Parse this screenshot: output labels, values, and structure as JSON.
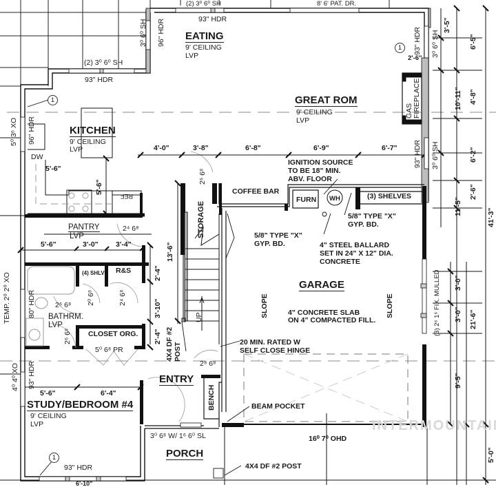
{
  "rooms": {
    "eating": {
      "name": "EATING",
      "ceiling": "9' CEILING",
      "floor": "LVP"
    },
    "great_room": {
      "name": "GREAT ROM",
      "ceiling": "9' CEILING",
      "floor": "LVP"
    },
    "kitchen": {
      "name": "KITCHEN",
      "ceiling": "9' CEILING",
      "floor": "LVP"
    },
    "pantry": {
      "name": "PANTRY",
      "floor": "LVP"
    },
    "bathroom": {
      "name": "BATHRM.",
      "floor": "LVP"
    },
    "garage": {
      "name": "GARAGE",
      "slab": "4\" CONCRETE SLAB",
      "fill": "ON 4\" COMPACTED FILL."
    },
    "entry": {
      "name": "ENTRY"
    },
    "study": {
      "name": "STUDY/BEDROOM #4",
      "ceiling": "9' CEILING",
      "floor": "LVP"
    },
    "porch": {
      "name": "PORCH"
    },
    "storage": {
      "name": "STORAGE"
    },
    "coffee_bar": {
      "name": "COFFEE BAR"
    },
    "shelves": {
      "name": "(3) SHELVES"
    },
    "closet": {
      "name": "CLOSET ORG."
    },
    "shlv": {
      "name": "(4) SHLV"
    },
    "rs": {
      "name": "R&S"
    }
  },
  "fixtures": {
    "dw": "DW",
    "ref": "REF",
    "furn": "FURN",
    "wh": "WH",
    "fireplace_1": "GAS",
    "fireplace_2": "FIREPLACE",
    "bench": "BENCH",
    "up": "UP"
  },
  "windows": {
    "top_left": "(2) 3⁰ 6⁰ SH",
    "top_left_hdr": "93\" HDR",
    "eating_side": "3⁰ 6⁰ SH",
    "eating_side_hdr": "96\" HDR",
    "top_center": "(2) 3⁰ 6⁰ SH",
    "top_center_hdr": "93\" HDR",
    "patio_door": "8' 6' PAT. DR.",
    "great_right_1": "3⁰ 6⁰ SH",
    "great_right_1_hdr": "93\" HDR",
    "great_right_2": "3⁰ 6⁰ SH",
    "great_right_2_hdr": "93\" HDR",
    "kitchen_xo": "5⁰ 3⁶ XO",
    "kitchen_hdr": "96\" HDR",
    "bath_xo": "TEMP. 2⁰ 2⁰ XO",
    "bath_hdr": "80\" HDR",
    "study_xo": "4⁰ 4⁰ XO",
    "study_hdr": "93\" HDR",
    "study_bottom_hdr": "93\" HDR",
    "garage_side": "(3) 2⁶ 1⁶ FIX. MULLED",
    "garage_door": "16⁰ 7⁰ OHD",
    "entry_door": "3⁰ 6⁸ W/ 1⁶ 6⁰ SL"
  },
  "doors": {
    "storage": "2⁶ 6⁸",
    "pantry": "2⁴ 6⁸",
    "bath": "2⁶ 6⁸",
    "shlv": "2⁰ 6⁸",
    "rs": "2⁴ 6⁸",
    "bath_2": "2⁶ 6⁸",
    "closet": "5⁰ 6⁸ PR",
    "garage_entry": "2⁸ 6⁸"
  },
  "notes": {
    "ignition_1": "IGNITION SOURCE",
    "ignition_2": "TO BE 18\" MIN.",
    "ignition_3": "ABV. FLOOR",
    "gyp_1a": "5/8\" TYPE \"X\"",
    "gyp_1b": "GYP. BD.",
    "gyp_2a": "5/8\" TYPE \"X\"",
    "gyp_2b": "GYP. BD.",
    "ballard_1": "4\" STEEL BALLARD",
    "ballard_2": "SET IN 24\" X 12\" DIA.",
    "ballard_3": "CONCRETE",
    "slope_1": "SLOPE",
    "slope_2": "SLOPE",
    "rated_1": "20 MIN. RATED W",
    "rated_2": "SELF CLOSE HINGE",
    "beam_pocket": "BEAM POCKET",
    "post_1": "4X4 DF #2",
    "post_1b": "POST",
    "post_2": "4X4 DF #2 POST",
    "callout": "1"
  },
  "dimensions": {
    "d_4_0": "4'-0\"",
    "d_3_8": "3'-8\"",
    "d_6_8": "6'-8\"",
    "d_6_9": "6'-9\"",
    "d_6_7": "6'-7\"",
    "d_2_6": "2'-6\"",
    "d_5_6a": "5'-6\"",
    "d_5_6v": "5'-6\"",
    "d_5_6b": "5'-6\"",
    "d_3_0": "3'-0\"",
    "d_3_4": "3'-4\"",
    "d_13_6": "13'-6\"",
    "d_2_4a": "2'-4\"",
    "d_3_10": "3'-10\"",
    "d_2_4b": "2'-4\"",
    "d_5_6c": "5'-6\"",
    "d_6_4": "6'-4\"",
    "d_6_10": "6'-10\"",
    "r_3_5": "3'-5\"",
    "r_6_5": "6'-5\"",
    "r_10_11": "10'-11\"",
    "r_4_8": "4'-8\"",
    "r_6_2": "6'-2\"",
    "r_2_6": "2'-6\"",
    "r_11_5": "11'-5\"",
    "r_41_3": "41'-3\"",
    "r_3_0a": "3'-0\"",
    "r_3_0b": "3'-0\"",
    "r_21_6": "21'-6\"",
    "r_9_5": "9'-5\"",
    "r_5_0": "5'-0\""
  },
  "watermark": "INTERMOUNTAIN",
  "colors": {
    "line": "#111111",
    "wall_fill": "#bdbdbd",
    "grid": "#222222",
    "dash": "#888888"
  }
}
